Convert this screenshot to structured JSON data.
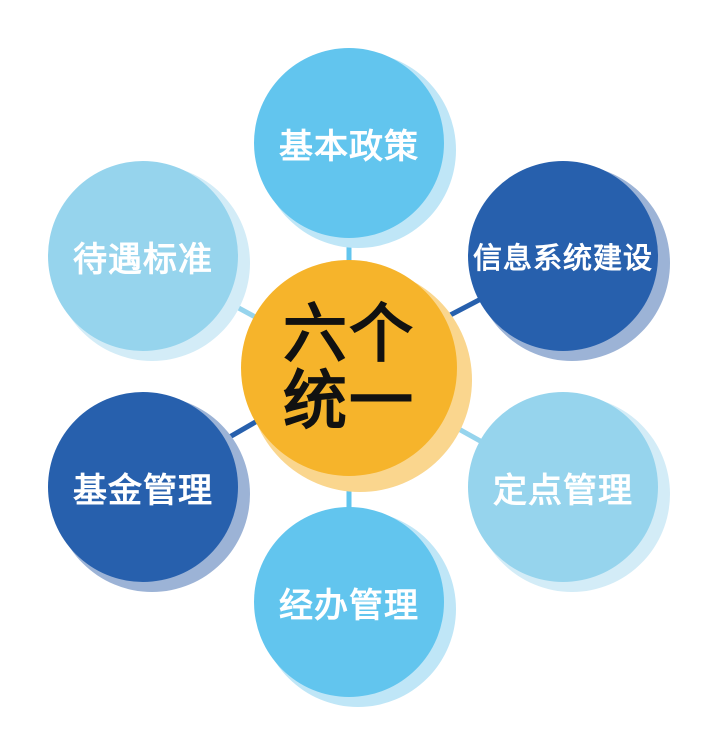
{
  "diagram": {
    "type": "hub-and-spoke",
    "center": {
      "line1": "六个",
      "line2": "统一",
      "color": "#F6B42B",
      "shadow_color": "#FAD68E"
    },
    "nodes": [
      {
        "id": "top",
        "label": "基本政策",
        "color": "#62C5EE",
        "shadow": "#BFE6F7"
      },
      {
        "id": "top-right",
        "label": "信息系统建设",
        "color": "#2760AD",
        "shadow": "#9CB3D6"
      },
      {
        "id": "bottom-right",
        "label": "定点管理",
        "color": "#96D4ED",
        "shadow": "#D3ECF7"
      },
      {
        "id": "bottom",
        "label": "经办管理",
        "color": "#62C5EE",
        "shadow": "#BFE6F7"
      },
      {
        "id": "bottom-left",
        "label": "基金管理",
        "color": "#2760AD",
        "shadow": "#9CB3D6"
      },
      {
        "id": "top-left",
        "label": "待遇标准",
        "color": "#96D4ED",
        "shadow": "#D3ECF7"
      }
    ]
  }
}
